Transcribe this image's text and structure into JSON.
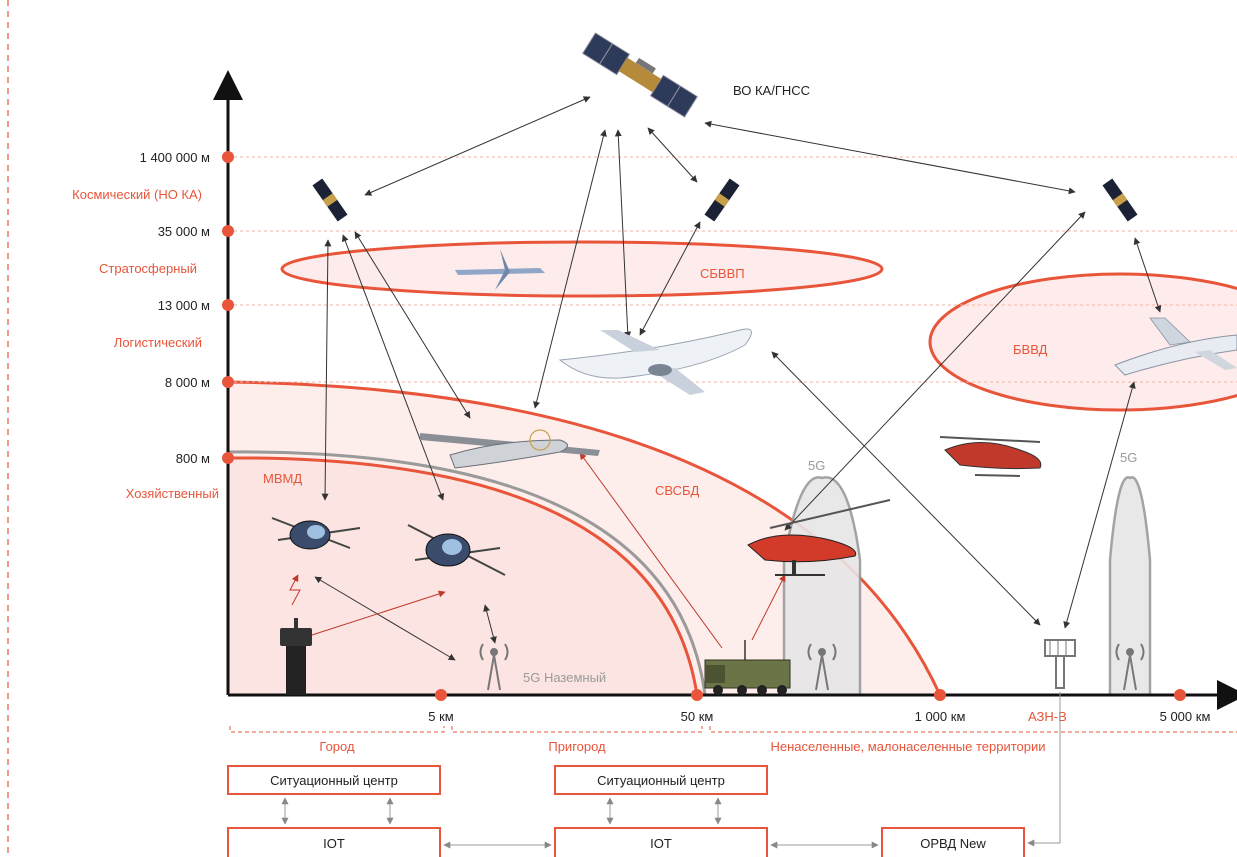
{
  "satellite_label": "ВО КА/ГНСС",
  "altitude_ticks": [
    "1 400 000 м",
    "35 000 м",
    "13 000 м",
    "8 000 м",
    "800 м"
  ],
  "layers": [
    "Космический (НО КА)",
    "Стратосферный",
    "Логистический",
    "Хозяйственный"
  ],
  "distance_ticks": [
    "5 км",
    "50 км",
    "1 000 км",
    "5 000 км"
  ],
  "regions": [
    "Город",
    "Пригород",
    "Ненаселенные, малонаселенные территории"
  ],
  "zones": {
    "sbvvp": "СБВВП",
    "bvvd": "БВВД",
    "mvmd": "МВМД",
    "svsbd": "СВСБД"
  },
  "five_g": {
    "cone_left": "5G",
    "cone_right": "5G",
    "ground": "5G Наземный"
  },
  "adsb": "АЗН-В",
  "boxes": {
    "situation_center_1": "Ситуационный центр",
    "situation_center_2": "Ситуационный центр",
    "iot_1": "IOT",
    "iot_2": "IOT",
    "orvd": "ОРВД New"
  },
  "colors": {
    "accent": "#e8553a",
    "zone_fill": "#fdeceb",
    "grid": "#f2b3a6",
    "axis": "#111111",
    "grey_arc": "#9a9a9a"
  }
}
